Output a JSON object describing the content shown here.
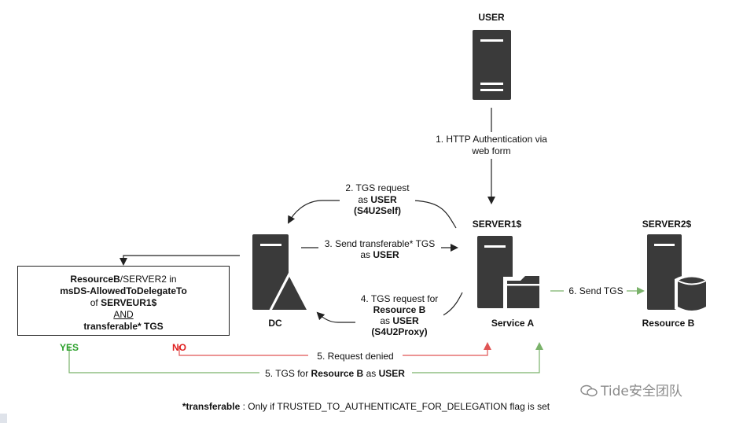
{
  "nodes": {
    "user": {
      "label": "USER"
    },
    "server1": {
      "title": "SERVER1$",
      "label": "Service A"
    },
    "server2": {
      "title": "SERVER2$",
      "label": "Resource B"
    },
    "dc": {
      "label": "DC"
    }
  },
  "arrows": {
    "step1": {
      "line1": "1. HTTP Authentication via",
      "line2": "web form"
    },
    "step2": {
      "line1": "2. TGS request",
      "line2_pre": "as ",
      "line2_bold": "USER",
      "line3": "(S4U2Self)"
    },
    "step3": {
      "line1": "3. Send transferable* TGS",
      "line2_pre": "as ",
      "line2_bold": "USER"
    },
    "step4": {
      "line1": "4. TGS request for",
      "line2": "Resource B",
      "line3_pre": "as ",
      "line3_bold": "USER",
      "line4": "(S4U2Proxy)"
    },
    "step5_denied": {
      "label": "5. Request denied"
    },
    "step5_tgs": {
      "pre": "5. TGS for ",
      "bold1": "Resource B",
      "mid": " as ",
      "bold2": "USER"
    },
    "step6": {
      "label": "6. Send TGS"
    }
  },
  "condition_box": {
    "line1_bold": "ResourceB",
    "line1_rest": "/SERVER2 in",
    "line2": "msDS-AllowedToDelegateTo",
    "line3_pre": "of ",
    "line3_bold": "SERVEUR1$",
    "line4": "AND",
    "line5": "transferable* TGS"
  },
  "branches": {
    "yes": "YES",
    "no": "NO"
  },
  "footnote": {
    "bold": "*transferable",
    "rest": " : Only if TRUSTED_TO_AUTHENTICATE_FOR_DELEGATION flag is set"
  },
  "watermark": {
    "text": "Tide安全团队"
  },
  "colors": {
    "server": "#3a3a3a",
    "red": "#e05555",
    "green": "#7ab26a",
    "line": "#222222",
    "yes_text": "#2aa02a",
    "no_text": "#e02020"
  }
}
